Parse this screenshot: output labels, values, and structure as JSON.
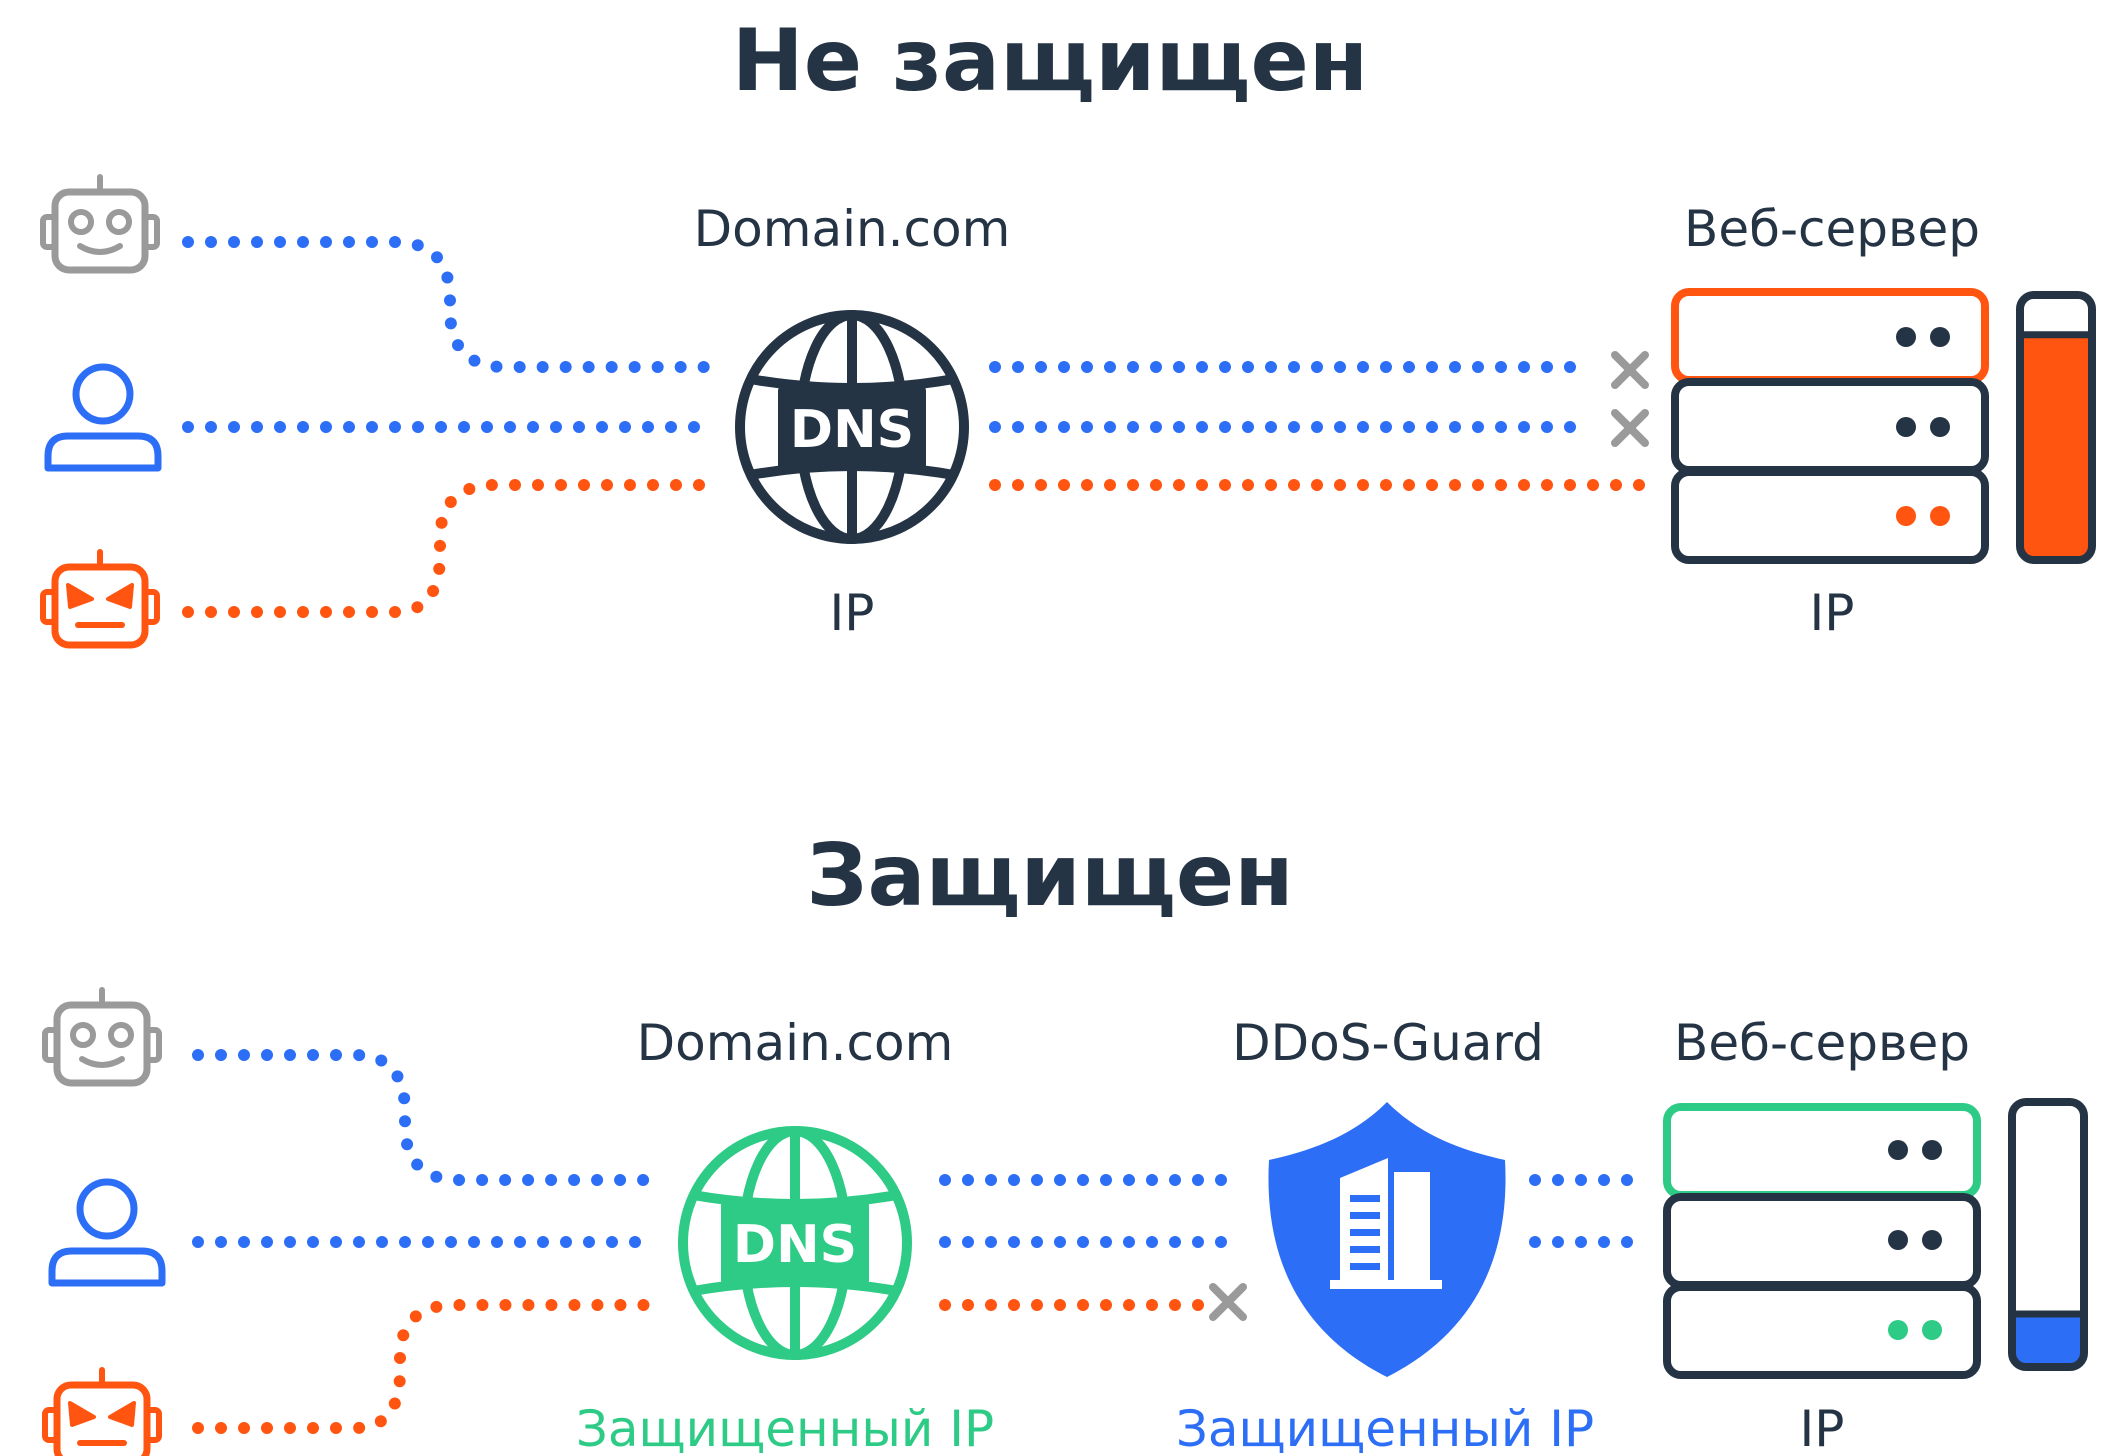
{
  "colors": {
    "dark": "#253445",
    "blue": "#2d6ef7",
    "orange": "#ff5511",
    "green": "#2ecb86",
    "gray": "#9a9a9a"
  },
  "sections": {
    "unprotected": {
      "title": "Не защищен",
      "domain_label": "Domain.com",
      "dns_text": "DNS",
      "dns_ip_label": "IP",
      "server_label": "Веб-сервер",
      "server_ip_label": "IP",
      "server_load": 0.85
    },
    "protected": {
      "title": "Защищен",
      "domain_label": "Domain.com",
      "dns_text": "DNS",
      "dns_ip_label": "Защищенный IP",
      "guard_label": "DDoS-Guard",
      "guard_ip_label": "Защищенный IP",
      "server_label": "Веб-сервер",
      "server_ip_label": "IP",
      "server_load": 0.2
    }
  },
  "icons": [
    "robot-icon",
    "user-icon",
    "malicious-robot-icon",
    "globe-icon",
    "server-icon",
    "shield-icon",
    "blocked-icon",
    "load-gauge-icon"
  ]
}
